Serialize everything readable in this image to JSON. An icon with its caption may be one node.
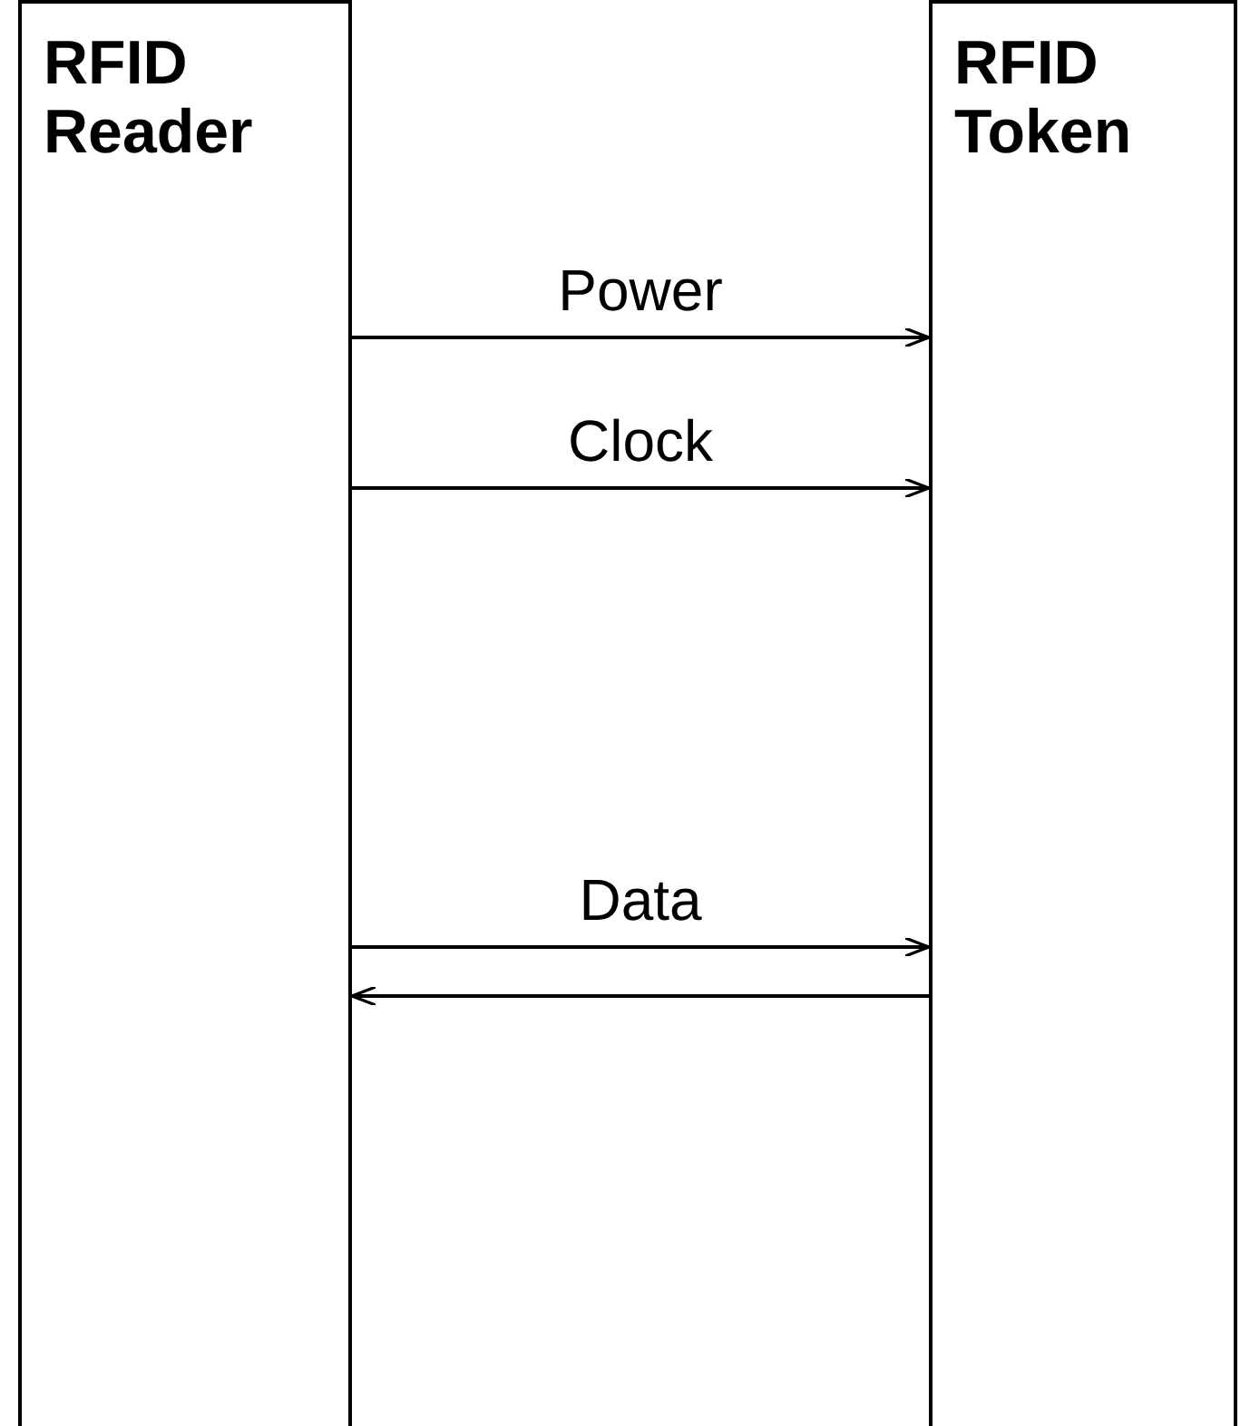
{
  "diagram": {
    "nodes": [
      {
        "text": [
          "RFID Reader"
        ]
      },
      {
        "text": [
          "RFID Token"
        ]
      }
    ],
    "edges": [
      {
        "from": 0,
        "to": 1,
        "arrow": "to",
        "label": "Power"
      },
      {
        "from": 0,
        "to": 1,
        "arrow": "to",
        "label": "Clock"
      },
      {
        "from": 0,
        "to": 1,
        "arrow": "to",
        "label": "Data"
      },
      {
        "from": 1,
        "to": 0,
        "arrow": "to"
      }
    ]
  }
}
